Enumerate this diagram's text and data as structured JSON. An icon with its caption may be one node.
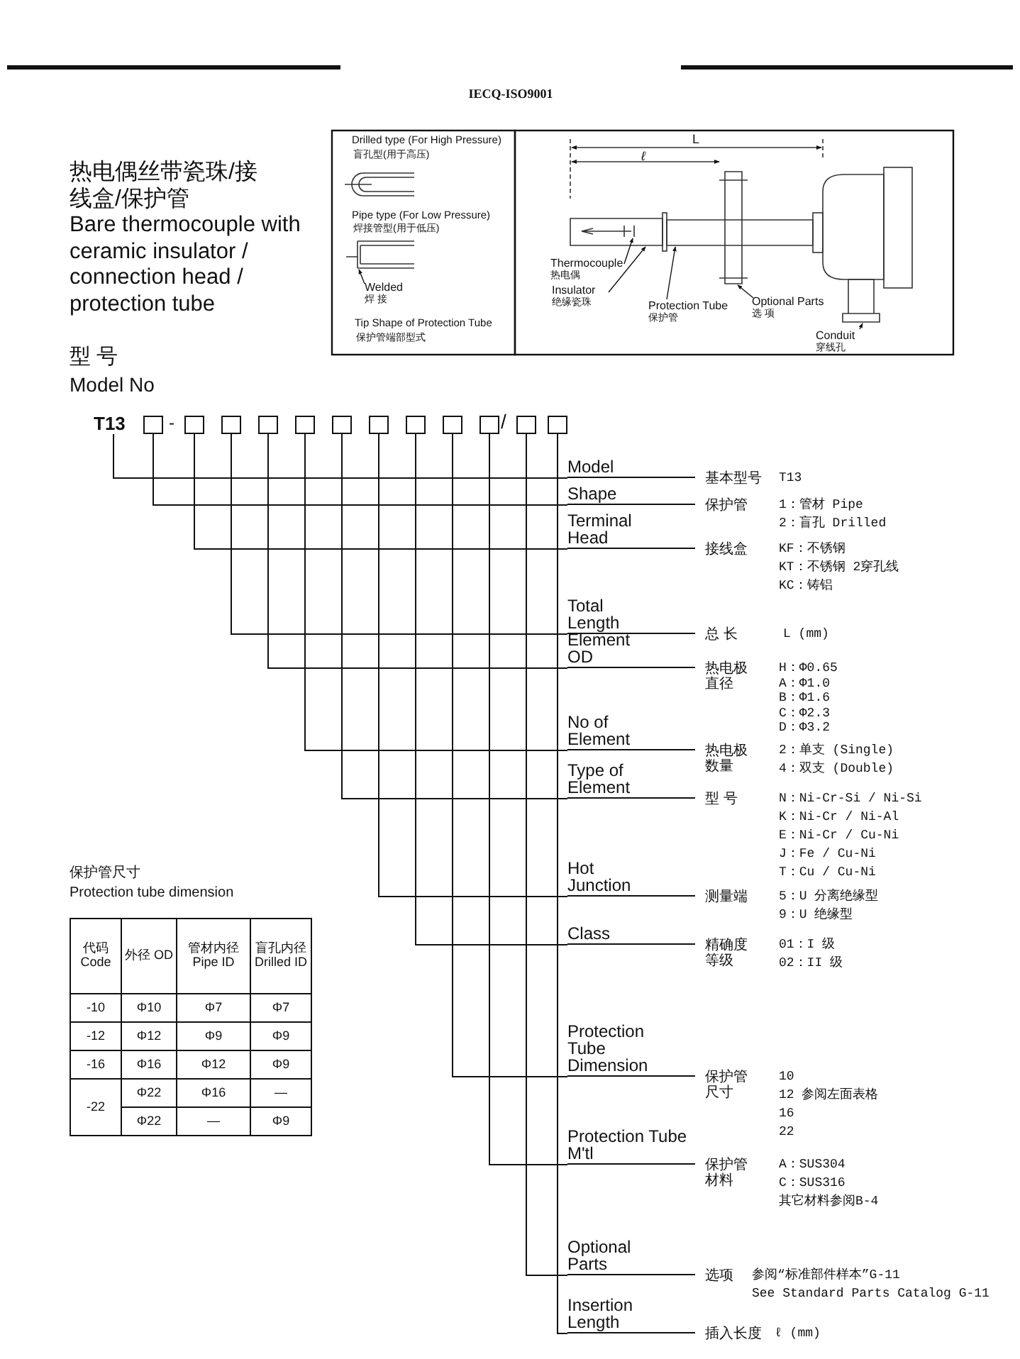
{
  "diagram": {
    "nodes": [
      {
        "text": [
          "Welded",
          "焊 接"
        ]
      },
      {
        "text": [
          "Thermocouple",
          "热电偶"
        ]
      },
      {
        "text": [
          "Insulator",
          "绝缘瓷珠"
        ]
      },
      {
        "text": [
          "Protection Tube",
          "保护管"
        ]
      },
      {
        "text": [
          "Optional Parts",
          "选 项"
        ]
      },
      {
        "text": [
          "Conduit",
          "穿线孔"
        ]
      },
      {
        "text": [
          "T13"
        ]
      },
      {
        "text": [],
        "shape": "box"
      },
      {
        "text": [],
        "shape": "box"
      },
      {
        "text": [],
        "shape": "box"
      },
      {
        "text": [],
        "shape": "box"
      },
      {
        "text": [],
        "shape": "box"
      },
      {
        "text": [],
        "shape": "box"
      },
      {
        "text": [],
        "shape": "box"
      },
      {
        "text": [],
        "shape": "box"
      },
      {
        "text": [],
        "shape": "box"
      },
      {
        "text": [],
        "shape": "box"
      },
      {
        "text": [],
        "shape": "box"
      },
      {
        "text": [],
        "shape": "box"
      },
      {
        "text": [
          "Model"
        ],
        "beside": [
          "基本型号",
          "T13"
        ]
      },
      {
        "text": [
          "Shape"
        ],
        "beside": [
          "保护管",
          "1：管材 Pipe",
          "2：盲孔 Drilled"
        ]
      },
      {
        "text": [
          "Terminal Head"
        ],
        "beside": [
          "接线盒",
          "KF：不锈钢",
          "KT：不锈钢 2穿孔线",
          "KC：铸铝"
        ]
      },
      {
        "text": [
          "Total Length"
        ],
        "beside": [
          "总 长",
          "L (mm)"
        ]
      },
      {
        "text": [
          "Element OD"
        ],
        "beside": [
          "热电极直径",
          "H：Φ0.65",
          "A：Φ1.0",
          "B：Φ1.6",
          "C：Φ2.3",
          "D：Φ3.2"
        ]
      },
      {
        "text": [
          "No of Element"
        ],
        "beside": [
          "热电极数量",
          "2：单支 (Single)",
          "4：双支 (Double)"
        ]
      },
      {
        "text": [
          "Type of Element"
        ],
        "beside": [
          "型 号",
          "N：Ni-Cr-Si / Ni-Si",
          "K：Ni-Cr / Ni-Al",
          "E：Ni-Cr / Cu-Ni",
          "J：Fe / Cu-Ni",
          "T：Cu / Cu-Ni"
        ]
      },
      {
        "text": [
          "Hot Junction"
        ],
        "beside": [
          "测量端",
          "5：U 分离绝缘型",
          "9：U 绝缘型"
        ]
      },
      {
        "text": [
          "Class"
        ],
        "beside": [
          "精确度等级",
          "01：I 级",
          "02：II 级"
        ]
      },
      {
        "text": [
          "Protection Tube Dimension"
        ],
        "beside": [
          "保护管尺寸",
          "10",
          "12 参阅左面表格",
          "16",
          "22"
        ]
      },
      {
        "text": [
          "Protection Tube M'tl"
        ],
        "beside": [
          "保护管材料",
          "A：SUS304",
          "C：SUS316",
          "其它材料参阅B-4"
        ]
      },
      {
        "text": [
          "Optional Parts"
        ],
        "beside": [
          "选项",
          "参阅“标准部件样本”G-11",
          "See Standard Parts Catalog G-11"
        ]
      },
      {
        "text": [
          "Insertion Length"
        ],
        "beside": [
          "插入长度",
          "ℓ (mm)"
        ]
      },
      {
        "text": [],
        "shape": "picture"
      },
      {
        "text": [],
        "shape": "picture",
        "in": 34
      },
      {
        "text": [],
        "shape": "box"
      },
      {
        "text": [],
        "shape": "box"
      },
      {
        "text": [],
        "shape": "box"
      },
      {
        "text": [],
        "shape": "box"
      }
    ],
    "edges": [
      {
        "from": 0,
        "to": 32,
        "arrow": "to"
      },
      {
        "from": 1,
        "to": 33,
        "arrow": "to"
      },
      {
        "from": 2,
        "to": 34,
        "arrow": "to"
      },
      {
        "from": 3,
        "to": 35,
        "arrow": "to"
      },
      {
        "from": 4,
        "to": 36,
        "arrow": "to"
      },
      {
        "from": 5,
        "to": 37,
        "arrow": "to"
      },
      {
        "from": 6,
        "to": 19,
        "arrow": "none"
      },
      {
        "from": 7,
        "to": 20,
        "arrow": "none"
      },
      {
        "from": 8,
        "to": 21,
        "arrow": "none"
      },
      {
        "from": 9,
        "to": 22,
        "arrow": "none"
      },
      {
        "from": 10,
        "to": 23,
        "arrow": "none"
      },
      {
        "from": 11,
        "to": 24,
        "arrow": "none"
      },
      {
        "from": 12,
        "to": 25,
        "arrow": "none"
      },
      {
        "from": 13,
        "to": 26,
        "arrow": "none"
      },
      {
        "from": 14,
        "to": 27,
        "arrow": "none"
      },
      {
        "from": 15,
        "to": 28,
        "arrow": "none"
      },
      {
        "from": 16,
        "to": 29,
        "arrow": "none"
      },
      {
        "from": 17,
        "to": 30,
        "arrow": "none"
      },
      {
        "from": 18,
        "to": 31,
        "arrow": "none"
      }
    ],
    "labels": [
      "IECQ-ISO9001",
      "热电偶丝带瓷珠/接线盒/保护管",
      "Bare thermocouple with ceramic insulator / connection head / protection tube",
      "Drilled type (For High Pressure)",
      "盲孔型(用于高压)",
      "Pipe type (For Low Pressure)",
      "焊接管型(用于低压)",
      "Tip Shape of Protection Tube",
      "保护管端部型式",
      "L",
      "ℓ",
      "型 号",
      "Model No",
      "-",
      "/",
      "保护管尺寸",
      "Protection tube dimension",
      "代码 Code",
      "外径 OD",
      "管材内径 Pipe ID",
      "盲孔内径 Drilled ID",
      "-10",
      "Φ10",
      "Φ7",
      "Φ7",
      "-12",
      "Φ12",
      "Φ9",
      "Φ9",
      "-16",
      "Φ16",
      "Φ12",
      "Φ9",
      "-22",
      "Φ22",
      "Φ16",
      "—",
      "Φ22",
      "—",
      "Φ9"
    ]
  }
}
